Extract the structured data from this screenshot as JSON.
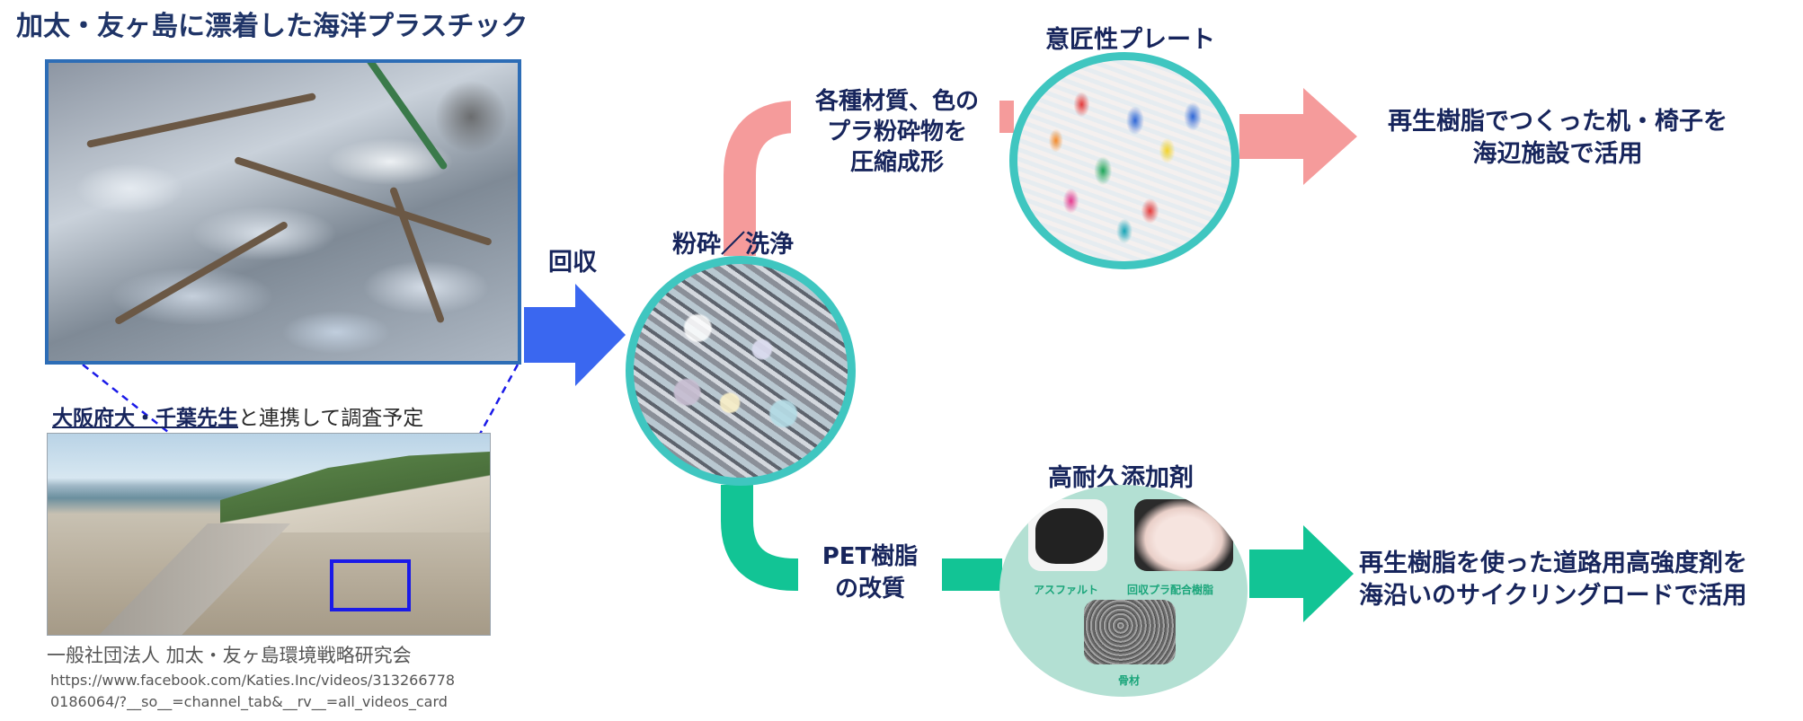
{
  "title": "加太・友ヶ島に漂着した海洋プラスチック",
  "partner_caption": {
    "strong_text": "大阪府大・千葉先生",
    "rest_text": "と連携して調査予定"
  },
  "source": {
    "organization": "一般社団法人 加太・友ヶ島環境戦略研究会",
    "url_line1": "https://www.facebook.com/Katies.Inc/videos/313266778",
    "url_line2": "0186064/?__so__=channel_tab&__rv__=all_videos_card"
  },
  "steps": {
    "collect": "回収",
    "crush_wash": "粉砕／洗浄",
    "compress": {
      "line1": "各種材質、色の",
      "line2": "プラ粉砕物を",
      "line3": "圧縮成形"
    },
    "design_plate": "意匠性プレート",
    "pet": {
      "line1": "PET樹脂",
      "line2": "の改質"
    },
    "additive": "高耐久添加剤"
  },
  "additive_items": {
    "asphalt": "アスファルト",
    "recycled_resin": "回収プラ配合樹脂",
    "aggregate": "骨材"
  },
  "results": {
    "furniture": {
      "line1": "再生樹脂でつくった机・椅子を",
      "line2": "海辺施設で活用"
    },
    "road": {
      "line1": "再生樹脂を使った道路用高強度剤を",
      "line2": "海沿いのサイクリングロードで活用"
    }
  },
  "colors": {
    "title_navy": "#17255c",
    "collect_arrow_blue": "#3a67f0",
    "upper_path_pink": "#f59b9b",
    "lower_path_green": "#12c495",
    "circle_border_teal": "#3fc6c0",
    "highlight_box_blue": "#1a1ae8"
  }
}
